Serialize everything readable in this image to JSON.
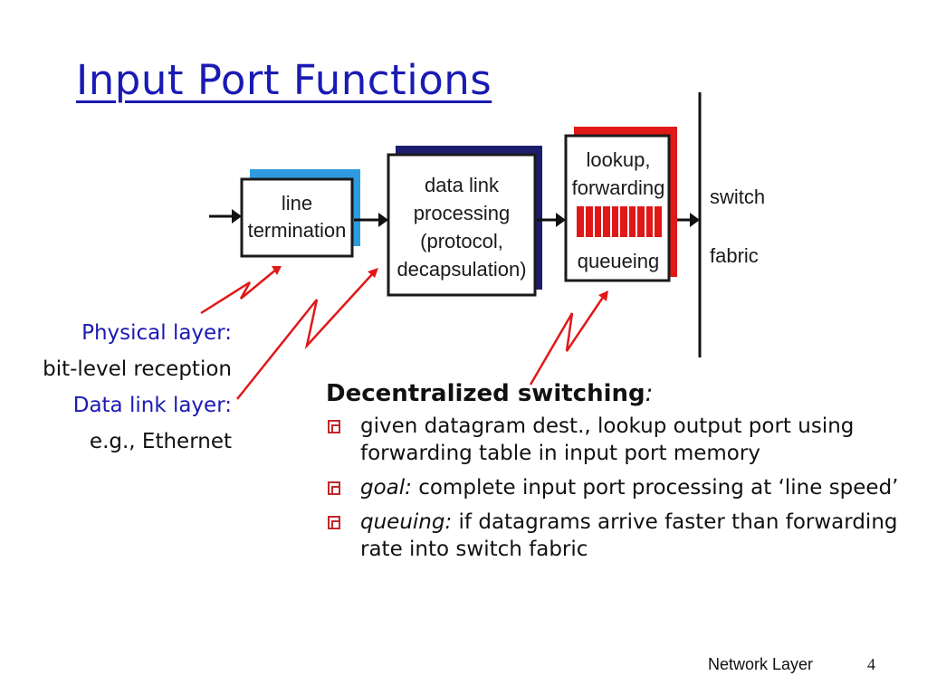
{
  "slide": {
    "title": "Input Port Functions",
    "diagram": {
      "line_termination": [
        "line",
        "termination"
      ],
      "data_link": [
        "data link",
        "processing",
        "(protocol,",
        "decapsulation)"
      ],
      "lookup": [
        "lookup,",
        "forwarding"
      ],
      "queueing": "queueing",
      "switch_fabric": [
        "switch",
        "fabric"
      ]
    },
    "layers": {
      "physical_label": "Physical layer:",
      "physical_desc": "bit-level reception",
      "datalink_label": "Data link layer:",
      "datalink_desc": "e.g., Ethernet"
    },
    "section": {
      "heading": "Decentralized switching",
      "heading_colon": ":",
      "bullets": [
        {
          "prefix": "",
          "text": "given datagram dest., lookup output port using forwarding table in input port memory"
        },
        {
          "prefix": "goal:",
          "text": " complete input port processing at ‘line speed’"
        },
        {
          "prefix": "queuing:",
          "text": " if datagrams arrive faster than forwarding rate into switch fabric"
        }
      ]
    },
    "footer": {
      "label": "Network Layer",
      "page": "4"
    }
  },
  "colors": {
    "title": "#1a1ab4",
    "accent_red": "#e01818",
    "blue_shadow": "#2e9be0",
    "navy_shadow": "#1d1d6e"
  }
}
